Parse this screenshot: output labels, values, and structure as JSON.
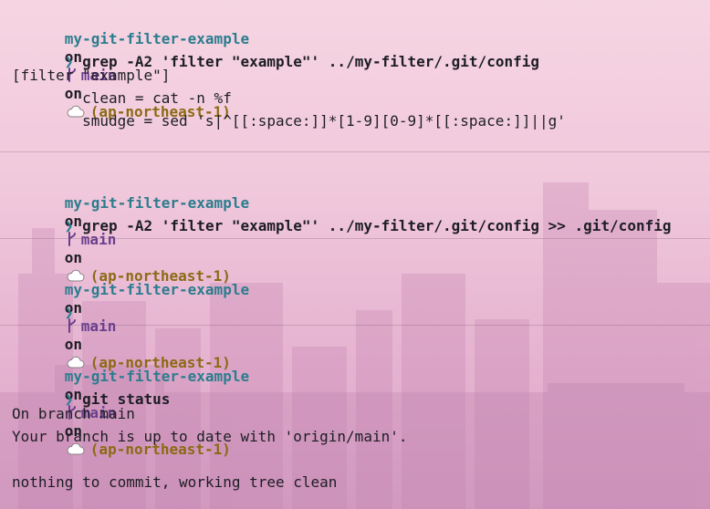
{
  "colors": {
    "dir": "#2b7d8e",
    "branch": "#6a3f8e",
    "region": "#8b6a15",
    "prompt_arrow": "#2b7d8e",
    "text": "#1d1d24"
  },
  "prompt": {
    "dir": "my-git-filter-example",
    "on": "on",
    "branch_icon": "git-branch-icon",
    "branch": "main",
    "cloud_icon": "cloud-icon",
    "region": "(ap-northeast-1)",
    "arrow": "❯"
  },
  "blocks": [
    {
      "command": "grep -A2 'filter \"example\"' ../my-filter/.git/config",
      "output": [
        "[filter \"example\"]",
        "        clean = cat -n %f",
        "        smudge = sed 's|^[[:space:]]*[1-9][0-9]*[[:space:]]||g'"
      ]
    },
    {
      "command": "grep -A2 'filter \"example\"' ../my-filter/.git/config >> .git/config",
      "output": []
    },
    {
      "command": "",
      "output": []
    },
    {
      "command": "git status",
      "output": [
        "On branch main",
        "Your branch is up to date with 'origin/main'.",
        "",
        "nothing to commit, working tree clean"
      ]
    }
  ]
}
